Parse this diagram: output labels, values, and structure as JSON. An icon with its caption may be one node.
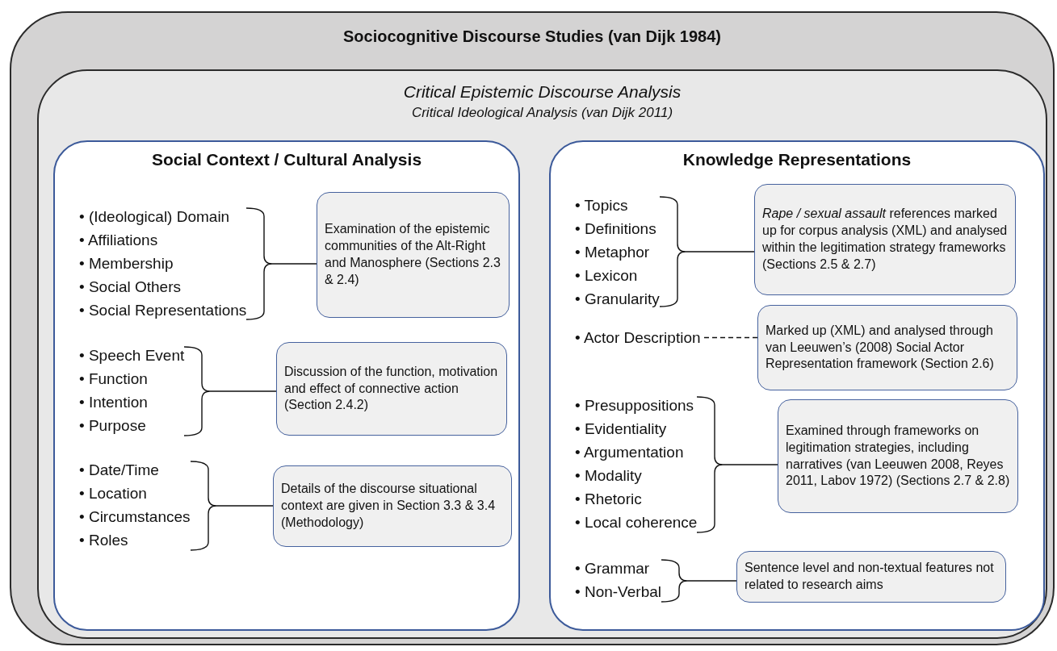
{
  "diagram": {
    "nodes": [
      {
        "text": [
          "Sociocognitive Discourse Studies (van Dijk 1984)"
        ]
      },
      {
        "text": [
          "Critical Epistemic Discourse Analysis",
          "Critical Ideological Analysis (van Dijk 2011)"
        ],
        "in": 0
      },
      {
        "text": [
          "Social Context / Cultural Analysis"
        ],
        "in": 1
      },
      {
        "text": [
          "Knowledge Representations"
        ],
        "in": 1
      },
      {
        "text": [
          "• (Ideological) Domain",
          "• Affiliations",
          "• Membership",
          "• Social Others",
          "• Social Representations"
        ],
        "in": 2
      },
      {
        "text": [
          "Examination of the epistemic communities of the Alt-Right and Manosphere (Sections 2.3 & 2.4)"
        ],
        "in": 2
      },
      {
        "text": [
          "• Speech Event",
          "• Function",
          "• Intention",
          "• Purpose"
        ],
        "in": 2
      },
      {
        "text": [
          "Discussion of the function, motivation and effect of connective action (Section 2.4.2)"
        ],
        "in": 2
      },
      {
        "text": [
          "• Date/Time",
          "• Location",
          "• Circumstances",
          "• Roles"
        ],
        "in": 2
      },
      {
        "text": [
          "Details of the discourse situational context are given in Section 3.3 & 3.4 (Methodology)"
        ],
        "in": 2
      },
      {
        "text": [
          "• Topics",
          "• Definitions",
          "• Metaphor",
          "• Lexicon",
          "• Granularity"
        ],
        "in": 3
      },
      {
        "text": [
          "*Rape / sexual assault* references marked up for corpus analysis (XML) and analysed within the legitimation strategy frameworks (Sections 2.5 & 2.7)"
        ],
        "in": 3
      },
      {
        "text": [
          "• Actor Description"
        ],
        "in": 3
      },
      {
        "text": [
          "Marked up (XML) and analysed through van Leeuwen’s (2008) Social Actor Representation framework (Section 2.6)"
        ],
        "in": 3
      },
      {
        "text": [
          "• Presuppositions",
          "• Evidentiality",
          "• Argumentation",
          "• Modality",
          "• Rhetoric",
          "• Local coherence"
        ],
        "in": 3
      },
      {
        "text": [
          "Examined through frameworks on legitimation strategies, including narratives (van Leeuwen 2008, Reyes 2011, Labov 1972) (Sections 2.7 & 2.8)"
        ],
        "in": 3
      },
      {
        "text": [
          "• Grammar",
          "• Non-Verbal"
        ],
        "in": 3
      },
      {
        "text": [
          "Sentence level and non-textual features not related to research aims"
        ],
        "in": 3
      }
    ],
    "edges": [
      {
        "from": 4,
        "to": 5,
        "arrow": "none"
      },
      {
        "from": 6,
        "to": 7,
        "arrow": "none"
      },
      {
        "from": 8,
        "to": 9,
        "arrow": "none"
      },
      {
        "from": 10,
        "to": 11,
        "arrow": "none"
      },
      {
        "from": 12,
        "to": 13,
        "arrow": "none",
        "style": "dashed"
      },
      {
        "from": 14,
        "to": 15,
        "arrow": "none"
      },
      {
        "from": 16,
        "to": 17,
        "arrow": "none"
      }
    ]
  }
}
